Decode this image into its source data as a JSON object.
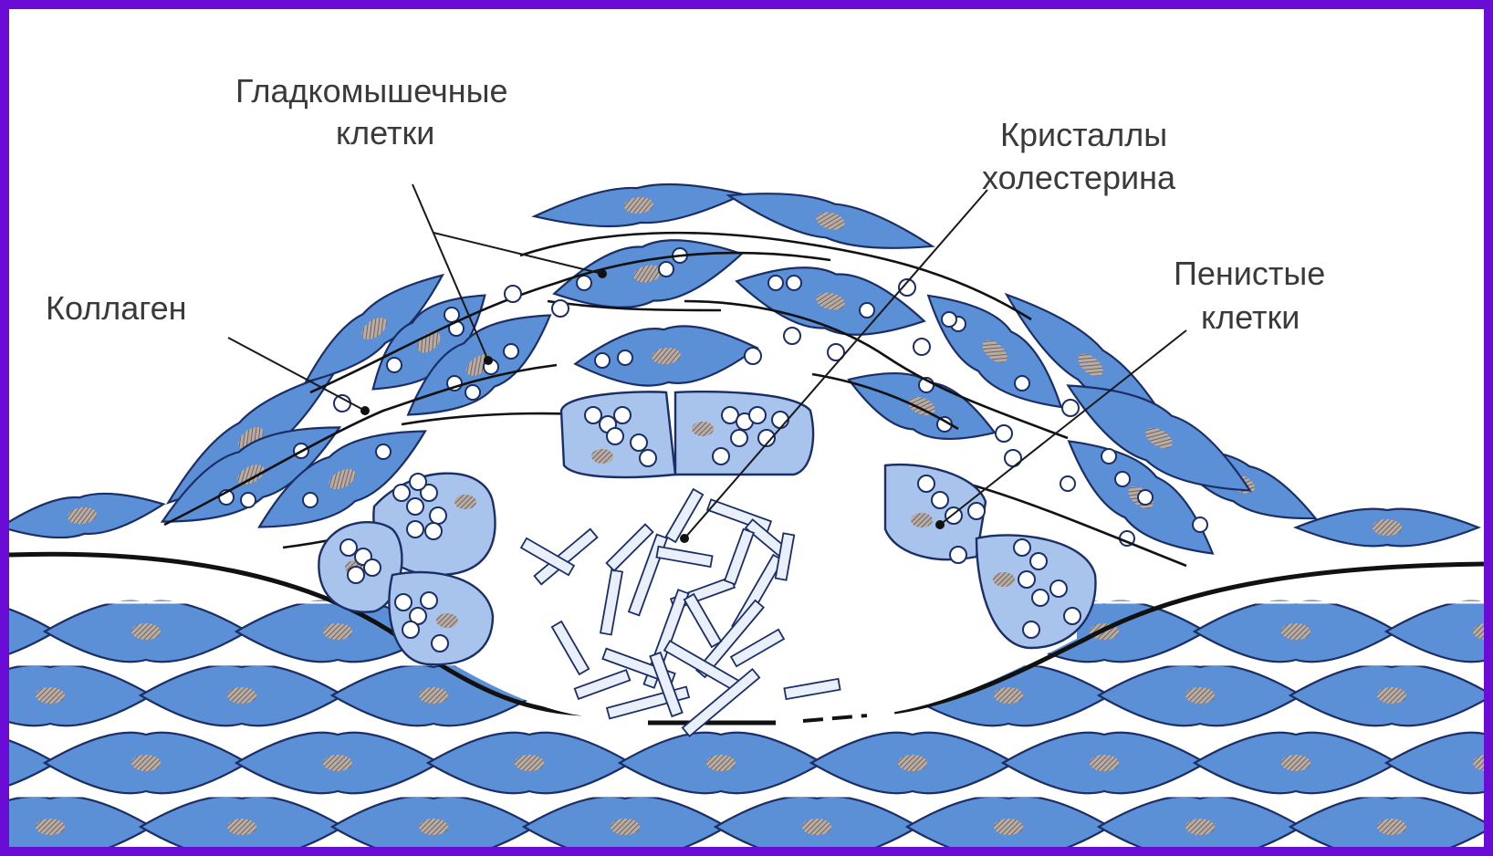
{
  "diagram": {
    "labels": {
      "smooth_muscle": [
        "Гладкомышечные",
        "клетки"
      ],
      "collagen": "Коллаген",
      "cholesterol": [
        "Кристаллы",
        "холестерина"
      ],
      "foam": [
        "Пенистые",
        "клетки"
      ]
    },
    "colors": {
      "cell_fill": "#5b8fd6",
      "cell_fill_light": "#a8c3ec",
      "cell_stroke": "#1b2e66",
      "nucleus": "#9a8f88",
      "crystal": "#e9f0fb",
      "border": "#6a0bd6"
    }
  }
}
